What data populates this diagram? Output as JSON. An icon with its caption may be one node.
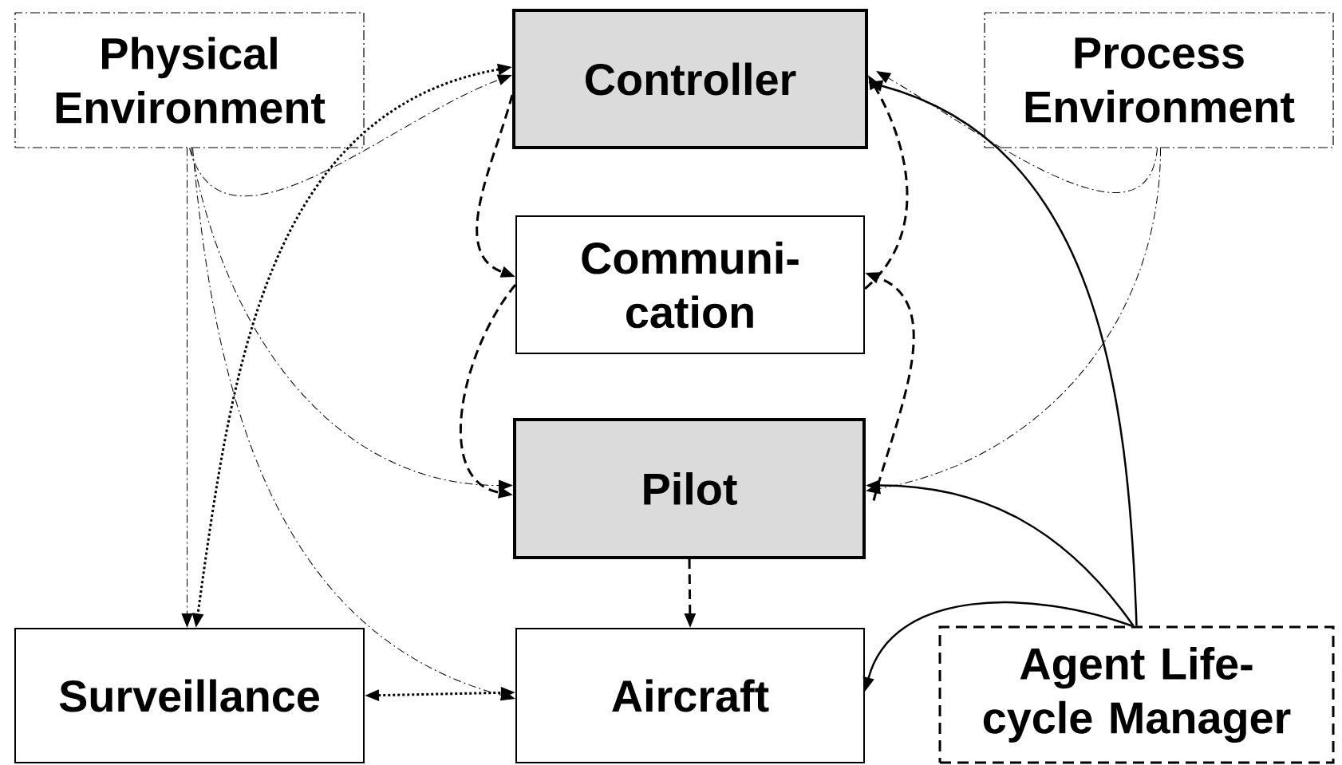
{
  "diagram": {
    "nodes": [
      {
        "text": [
          "Physical Environment"
        ]
      },
      {
        "text": [
          "Controller"
        ]
      },
      {
        "text": [
          "Process Environment"
        ]
      },
      {
        "text": [
          "Communi- cation"
        ]
      },
      {
        "text": [
          "Pilot"
        ]
      },
      {
        "text": [
          "Surveillance"
        ]
      },
      {
        "text": [
          "Aircraft"
        ]
      },
      {
        "text": [
          "Agent Life-cycle Manager"
        ]
      }
    ],
    "edges": [
      {
        "from": 0,
        "to": 1,
        "arrow": "to",
        "style": "dashed"
      },
      {
        "from": 1,
        "to": 5,
        "arrow": "both",
        "style": "dashed"
      },
      {
        "from": 0,
        "to": 5,
        "arrow": "to",
        "style": "dashed"
      },
      {
        "from": 0,
        "to": 4,
        "arrow": "to",
        "style": "dashed"
      },
      {
        "from": 0,
        "to": 6,
        "arrow": "to",
        "style": "dashed"
      },
      {
        "from": 1,
        "to": 3,
        "arrow": "to",
        "style": "dashed"
      },
      {
        "from": 3,
        "to": 4,
        "arrow": "to",
        "style": "dashed"
      },
      {
        "from": 4,
        "to": 3,
        "arrow": "to",
        "style": "dashed"
      },
      {
        "from": 3,
        "to": 1,
        "arrow": "to",
        "style": "dashed"
      },
      {
        "from": 2,
        "to": 1,
        "arrow": "to",
        "style": "dashed"
      },
      {
        "from": 2,
        "to": 4,
        "arrow": "to",
        "style": "dashed"
      },
      {
        "from": 7,
        "to": 1,
        "arrow": "to"
      },
      {
        "from": 7,
        "to": 4,
        "arrow": "to"
      },
      {
        "from": 7,
        "to": 6,
        "arrow": "to"
      },
      {
        "from": 4,
        "to": 6,
        "arrow": "to",
        "style": "dashed"
      },
      {
        "from": 5,
        "to": 6,
        "arrow": "both",
        "style": "dashed"
      }
    ]
  }
}
